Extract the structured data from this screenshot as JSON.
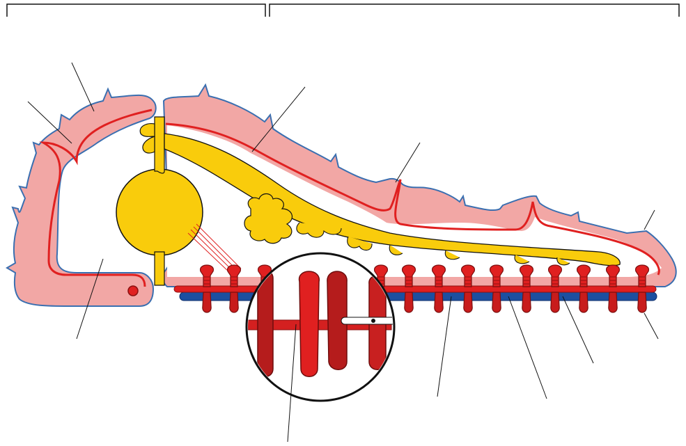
{
  "diagram": {
    "type": "anatomical-cross-section",
    "labels": [],
    "brackets": [
      {
        "name": "left-bracket",
        "text": ""
      },
      {
        "name": "right-bracket",
        "text": ""
      }
    ],
    "colors": {
      "outer_outline": "#3a6fb0",
      "mesoderm_fill": "#f2a7a5",
      "red_vessel": "#e02020",
      "dark_red": "#b01818",
      "yolk": "#f9cc0c",
      "blue_vessel": "#1c4fa0",
      "ink": "#111111"
    }
  }
}
